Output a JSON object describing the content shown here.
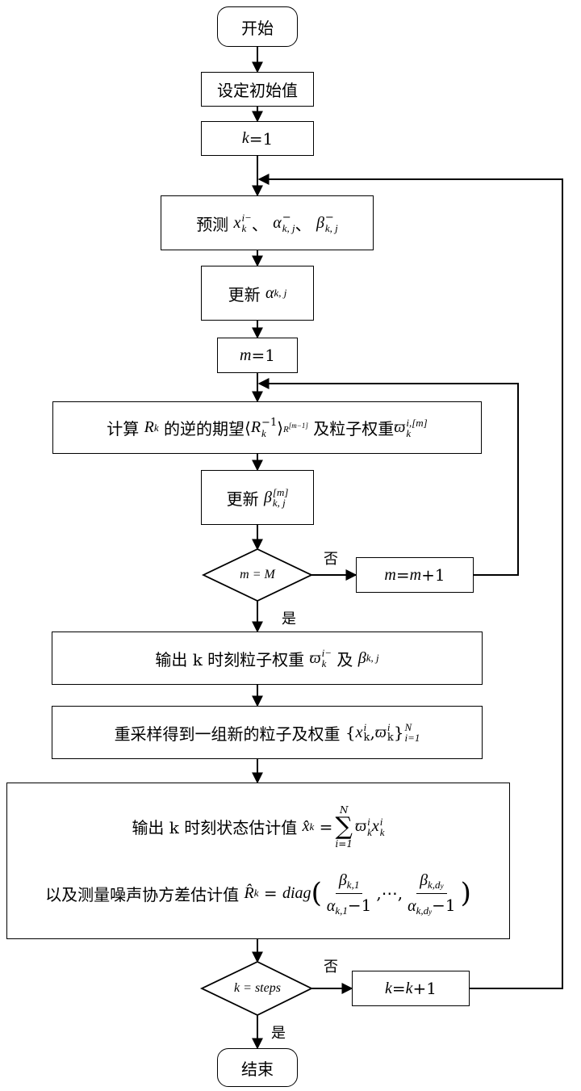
{
  "nodes": {
    "start": "开始",
    "init": "设定初始值",
    "k1": {
      "var": "k",
      "rest": "=1"
    },
    "predict": {
      "text": "预测",
      "x": "x",
      "sep1": "、",
      "alpha": "α",
      "sep2": "、",
      "beta": "β",
      "sub_k": "k",
      "sub_kj": "k, j",
      "sup_i": "i−",
      "sup_minus": "−"
    },
    "update_alpha": {
      "text": "更新",
      "alpha": "α",
      "sub_kj": "k, j"
    },
    "m1": {
      "var": "m",
      "rest": "=1"
    },
    "compute": {
      "t1": "计算",
      "R": "R",
      "sub_k": "k",
      "t2": "的逆的期望",
      "lang": "⟨",
      "sup_inv": "−1",
      "rang": "⟩",
      "sub_R": "R",
      "sub_R_sup": "[m−1]",
      "t3": "及粒子权重",
      "w": "ϖ",
      "sup_w": "i,[m]"
    },
    "update_beta": {
      "text": "更新",
      "beta": "β",
      "sup": "[m]",
      "sub_kj": "k, j"
    },
    "decision_m": "m = M",
    "m_inc": {
      "var1": "m",
      "mid": "= ",
      "var2": "m",
      "rest": " +1"
    },
    "output_w": {
      "t1": "输出 k 时刻粒子权重",
      "w": "ϖ",
      "sup_i": "i−",
      "sub_k": "k",
      "t2": "及",
      "beta": "β",
      "sub_kj": "k, j"
    },
    "resample": {
      "text": "重采样得到一组新的粒子及权重",
      "lb": "{",
      "x": "x",
      "sub_kb": "k",
      "comma": ",",
      "w": "ϖ",
      "sup_i": "i",
      "rb": "}",
      "N": "N",
      "i1": "i=1"
    },
    "output_state": {
      "line1": {
        "text": "输出 k 时刻状态估计值",
        "xhat": "x̂",
        "sub_k": "k",
        "eq": "=",
        "N": "N",
        "sigma": "∑",
        "i1": "i=1",
        "w": "ϖ",
        "sup_i": "i",
        "x": "x"
      },
      "line2": {
        "text": "以及测量噪声协方差估计值",
        "Rhat": "R̂",
        "sub_k": "k",
        "eq": "=",
        "diag": "diag",
        "lp": "(",
        "b": "β",
        "sub_k1": "k,1",
        "a": "α",
        "minus1": "−1",
        "dots": ",⋯,",
        "sub_kd": "k,d",
        "dy": "y",
        "rp": ")"
      }
    },
    "decision_k": "k = steps",
    "k_inc": {
      "var1": "k",
      "mid": "= ",
      "var2": "k",
      "rest": " +1"
    },
    "end": "结束"
  },
  "edge_labels": {
    "no1": "否",
    "yes1": "是",
    "no2": "否",
    "yes2": "是"
  }
}
